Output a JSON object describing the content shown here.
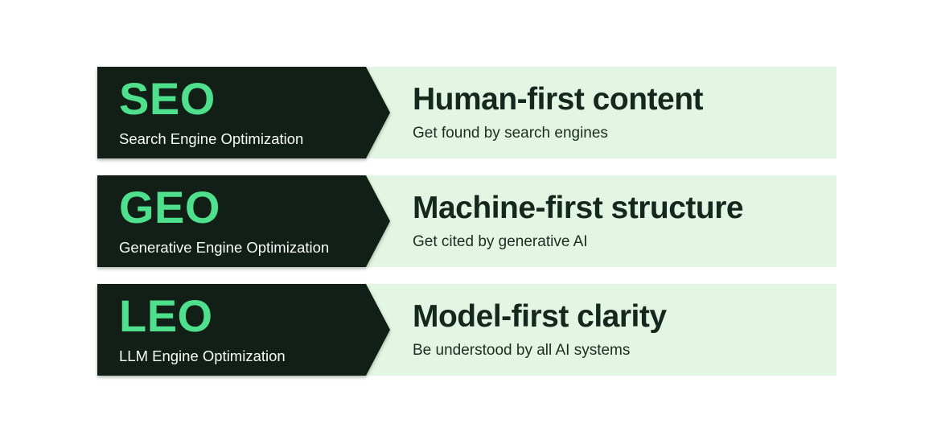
{
  "colors": {
    "page_background": "#ffffff",
    "banner_dark": "#121f17",
    "banner_light": "#e3f6e4",
    "accent_green": "#4ee08c",
    "heading_dark": "#15281d",
    "label_light": "#f7faf7"
  },
  "rows": [
    {
      "acronym": "SEO",
      "label": "Search Engine Optimization",
      "heading": "Human-first content",
      "subheading": "Get found by search engines"
    },
    {
      "acronym": "GEO",
      "label": "Generative Engine Optimization",
      "heading": "Machine-first structure",
      "subheading": "Get cited by generative AI"
    },
    {
      "acronym": "LEO",
      "label": "LLM Engine Optimization",
      "heading": "Model-first clarity",
      "subheading": "Be understood by all AI systems"
    }
  ]
}
